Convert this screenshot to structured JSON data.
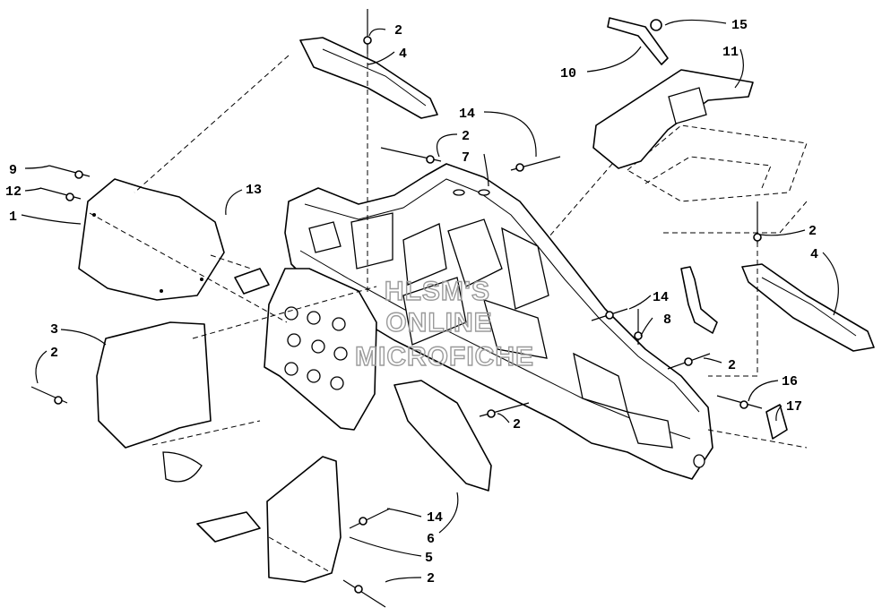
{
  "callouts": [
    {
      "id": "c2a",
      "text": "2"
    },
    {
      "id": "c4a",
      "text": "4"
    },
    {
      "id": "c15",
      "text": "15"
    },
    {
      "id": "c10",
      "text": "10"
    },
    {
      "id": "c11",
      "text": "11"
    },
    {
      "id": "c14a",
      "text": "14"
    },
    {
      "id": "c2b",
      "text": "2"
    },
    {
      "id": "c7",
      "text": "7"
    },
    {
      "id": "c9",
      "text": "9"
    },
    {
      "id": "c12",
      "text": "12"
    },
    {
      "id": "c13",
      "text": "13"
    },
    {
      "id": "c1",
      "text": "1"
    },
    {
      "id": "c2c",
      "text": "2"
    },
    {
      "id": "c4b",
      "text": "4"
    },
    {
      "id": "c3",
      "text": "3"
    },
    {
      "id": "c14b",
      "text": "14"
    },
    {
      "id": "c8",
      "text": "8"
    },
    {
      "id": "c2d",
      "text": "2"
    },
    {
      "id": "c2e",
      "text": "2"
    },
    {
      "id": "c2f",
      "text": "2"
    },
    {
      "id": "c16",
      "text": "16"
    },
    {
      "id": "c17",
      "text": "17"
    },
    {
      "id": "c14c",
      "text": "14"
    },
    {
      "id": "c6",
      "text": "6"
    },
    {
      "id": "c5",
      "text": "5"
    },
    {
      "id": "c2g",
      "text": "2"
    }
  ],
  "watermark": [
    "HLSM'S",
    "ONLINE",
    "MICROFICHE"
  ]
}
